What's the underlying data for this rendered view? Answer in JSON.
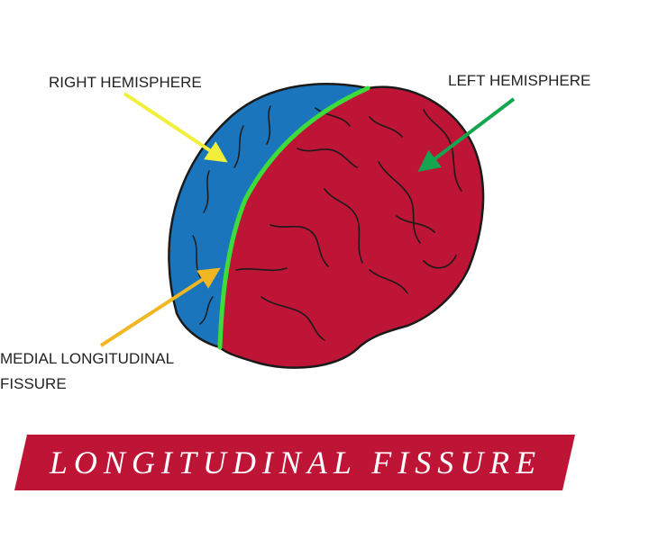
{
  "labels": {
    "right_hemisphere": "RIGHT HEMISPHERE",
    "left_hemisphere": "LEFT HEMISPHERE",
    "medial_line1": "MEDIAL LONGITUDINAL",
    "medial_line2": "FISSURE"
  },
  "banner": {
    "title": "LONGITUDINAL FISSURE"
  },
  "colors": {
    "right_hemisphere": "#1b75bc",
    "left_hemisphere": "#be1537",
    "fissure_line": "#3ddc3a",
    "arrow_right_hemisphere": "#f2ef3a",
    "arrow_left_hemisphere": "#15a550",
    "arrow_medial_fissure": "#f0b722",
    "banner_fill": "#be1537",
    "outline": "#1a1a1a"
  }
}
